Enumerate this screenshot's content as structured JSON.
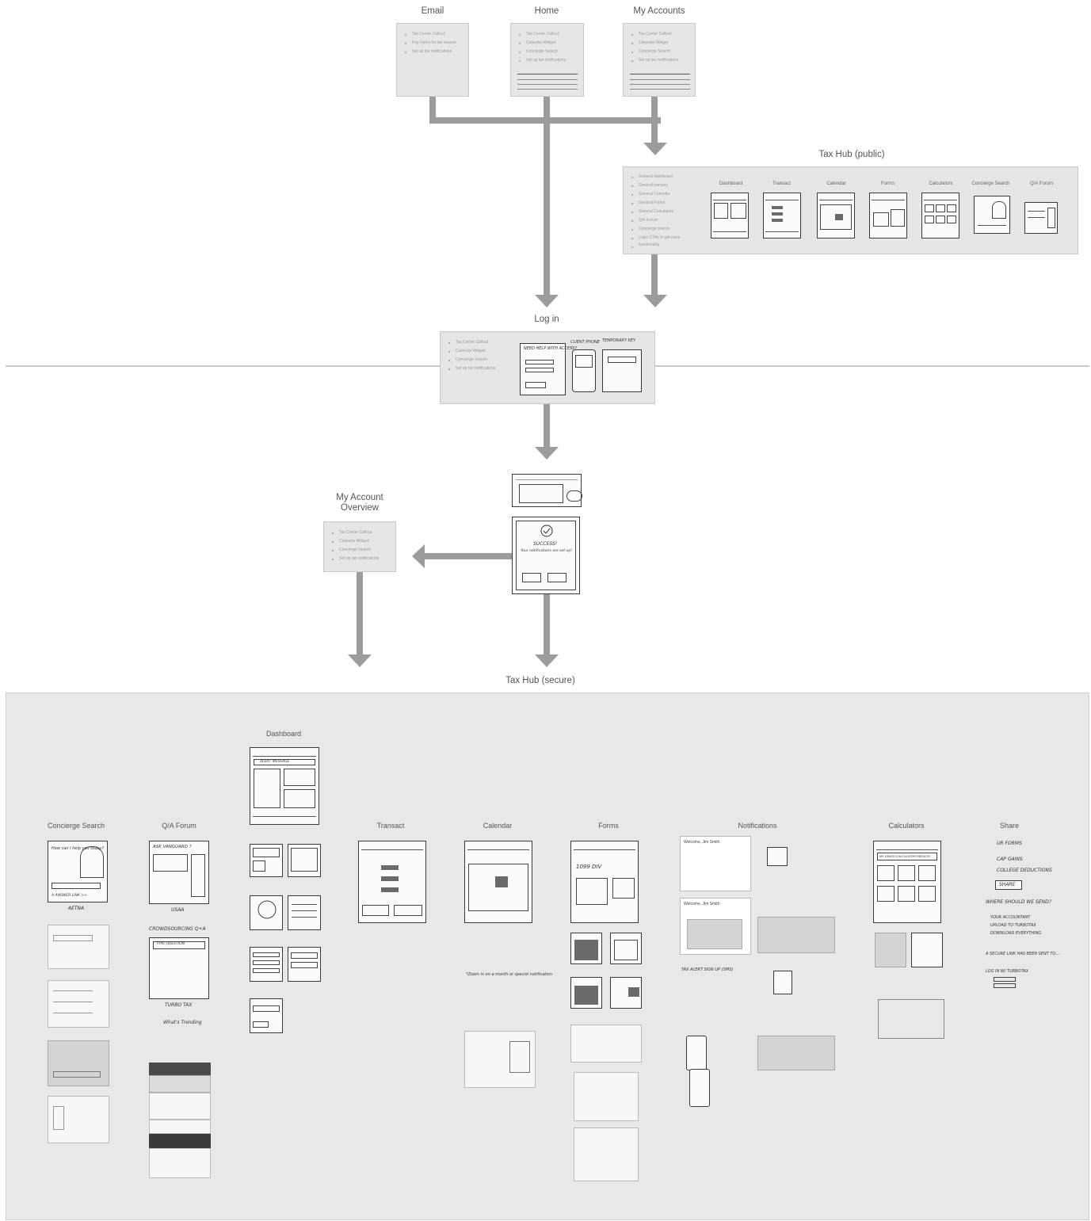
{
  "entry_points": {
    "email": {
      "title": "Email",
      "items": [
        "Tax Center Callout",
        "Key Dates for tax season",
        "Set up tax notifications"
      ]
    },
    "home": {
      "title": "Home",
      "items": [
        "Tax Center Callout",
        "Calendar Widget",
        "Concierge Search",
        "Set up tax notifications"
      ]
    },
    "my_accounts": {
      "title": "My Accounts",
      "items": [
        "Tax Center Callout",
        "Calendar Widget",
        "Concierge Search",
        "Set up tax notifications"
      ]
    }
  },
  "tax_hub_public": {
    "title": "Tax Hub (public)",
    "items": [
      "General dashboard",
      "General transact",
      "General Calendar",
      "General Forms",
      "General Calculators",
      "Q/A Forum",
      "Concierge search",
      "Login CTAs to get more",
      "functionality"
    ],
    "screens": [
      "Dashboard",
      "Transact",
      "Calendar",
      "Forms",
      "Calculators",
      "Concierge Search",
      "Q/A Forum"
    ]
  },
  "login": {
    "title": "Log in",
    "items": [
      "Tax Center Callout",
      "Calendar Widget",
      "Concierge Search",
      "Set up tax notifications"
    ],
    "sketch_notes": [
      "NEED HELP WITH ACCESS?",
      "CLIENT PHONE",
      "TEMPORARY KEY"
    ]
  },
  "success": {
    "notes": [
      "SUCCESS!",
      "Your notifications are set up!"
    ]
  },
  "my_account_overview": {
    "title": "My Account Overview",
    "items": [
      "Tax Center Callout",
      "Calendar Widget",
      "Concierge Search",
      "Set up tax notifications"
    ]
  },
  "tax_hub_secure": {
    "title": "Tax Hub (secure)",
    "columns": {
      "dashboard": "Dashboard",
      "concierge": "Concierge Search",
      "qa": "Q/A Forum",
      "transact": "Transact",
      "calendar": "Calendar",
      "forms": "Forms",
      "notifications": "Notifications",
      "calculators": "Calculators",
      "share": "Share"
    },
    "sketch_captions": {
      "concierge_main": "How can I help you today?",
      "concierge_link": "A ANSWER LINK >>",
      "aetna": "AETNA",
      "ask_vanguard": "ASK VANGUARD ?",
      "usaa": "USAA",
      "crowdsourcing": "CROWDSOURCING Q+A",
      "type_question": "TYPE QUESTION",
      "turbo_tax": "TURBO TAX",
      "whats_trending": "What's Trending",
      "alert_message": "ALERT MESSAGE",
      "form_1099": "1099 DIV",
      "calendar_note": "*Zoom in on a month or special notification",
      "calculators_title": "MY SAVED CALCULATOR RESULTS",
      "notification_welcome": "Welcome, Jim Smith",
      "tax_alert": "TAX ALERT SIGN UP (SMS)",
      "share_1": "UR FORMS",
      "share_2": "CAP GAINS",
      "share_3": "COLLEGE DEDUCTIONS",
      "share_btn": "SHARE",
      "share_q": "WHERE SHOULD WE SEND?",
      "share_opt_1": "YOUR ACCOUNTANT",
      "share_opt_2": "UPLOAD TO TURBOTAX",
      "share_opt_3": "DOWNLOAD EVERYTHING",
      "share_link": "A SECURE LINK HAS BEEN SENT TO....",
      "share_login": "LOG IN W/ TURBOTAX"
    }
  }
}
